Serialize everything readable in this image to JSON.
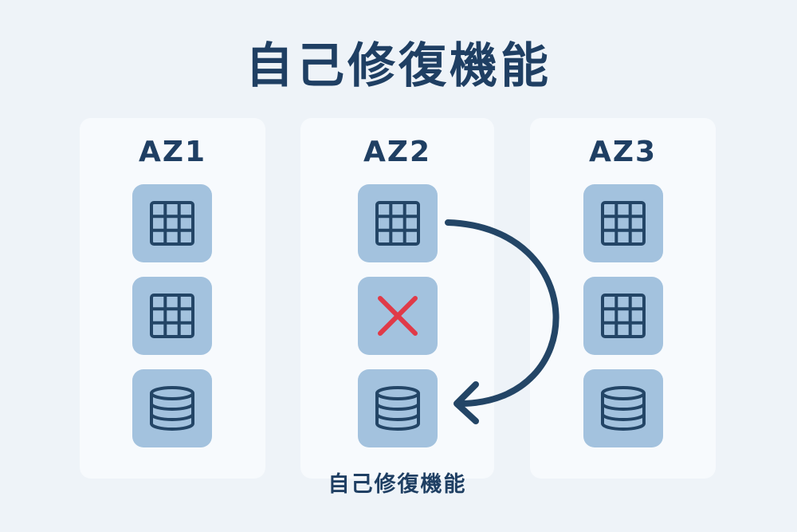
{
  "title": "自己修復機能",
  "zones": [
    {
      "label": "AZ1",
      "tiles": [
        "grid-icon",
        "grid-icon",
        "database-icon"
      ]
    },
    {
      "label": "AZ2",
      "tiles": [
        "grid-icon",
        "failed-x-icon",
        "database-icon"
      ]
    },
    {
      "label": "AZ3",
      "tiles": [
        "grid-icon",
        "grid-icon",
        "database-icon"
      ]
    }
  ],
  "caption": "自己修復機能",
  "colors": {
    "background": "#eef3f8",
    "panel": "#f7fafd",
    "tile": "#a3c2de",
    "ink": "#234566",
    "error": "#e03a48"
  }
}
